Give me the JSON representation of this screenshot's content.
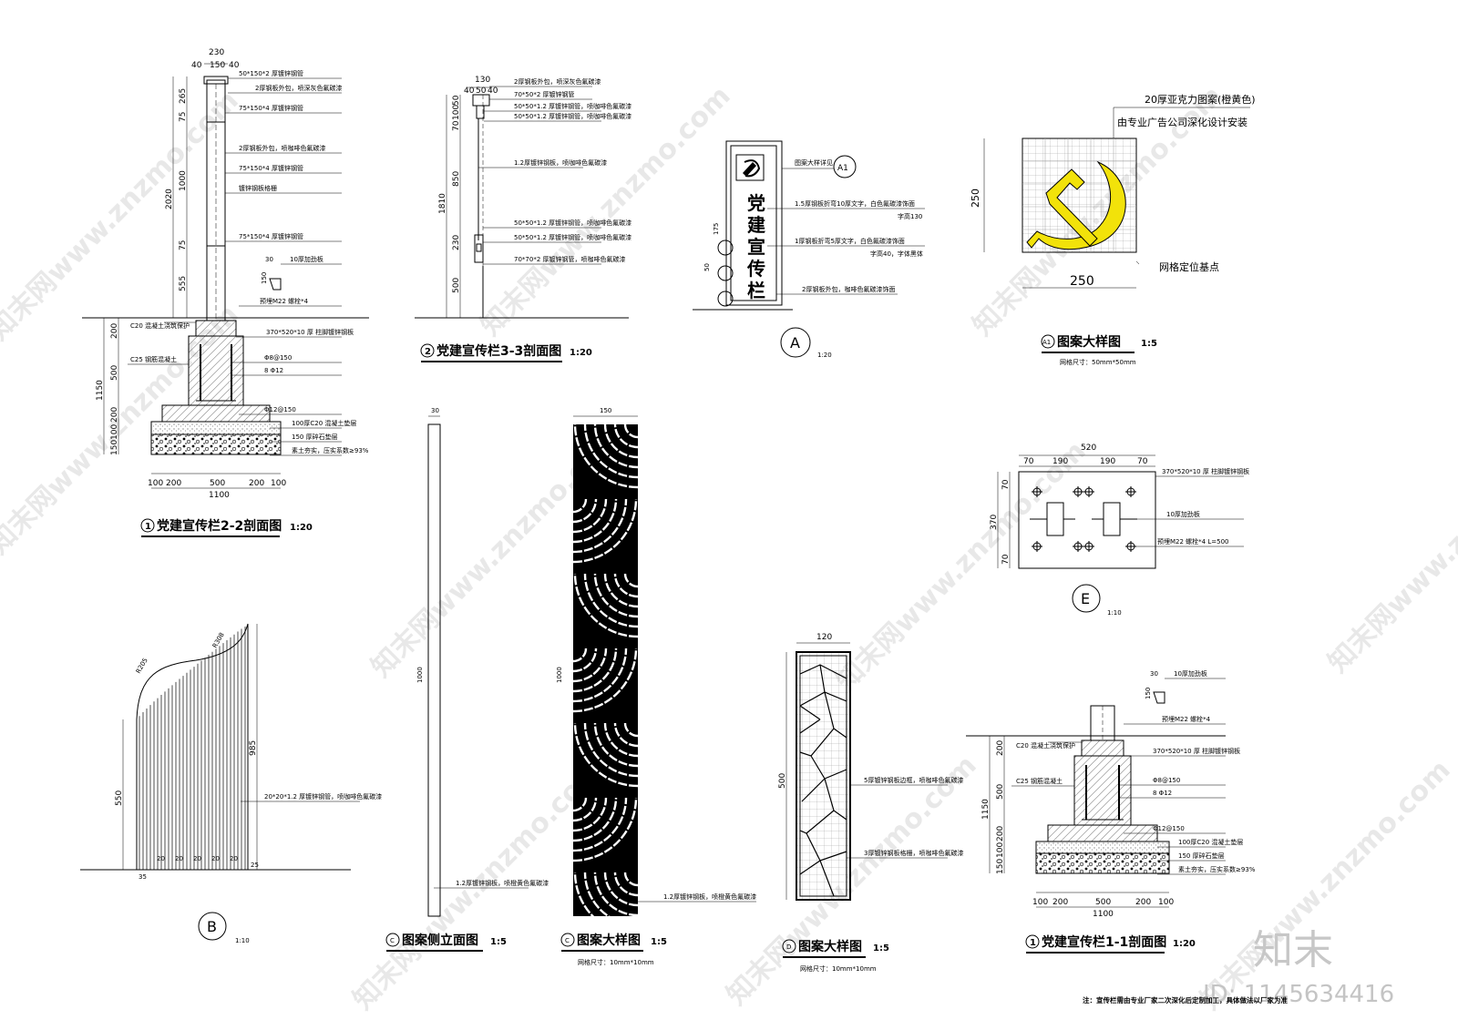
{
  "watermark": {
    "text": "知末网www.znzmo.com",
    "brand": "知末",
    "id": "ID: 1145634416"
  },
  "views": {
    "s22": {
      "no": "1",
      "title": "党建宣传栏2-2剖面图",
      "scale": "1:20",
      "dims_top": [
        "230",
        "40",
        "150",
        "40"
      ],
      "dims_left": [
        "265",
        "75",
        "1000",
        "75",
        "555",
        "2020"
      ],
      "dims_base_left": [
        "200",
        "500",
        "200",
        "100",
        "150",
        "1150"
      ],
      "dims_bottom": [
        "100",
        "200",
        "500",
        "200",
        "100",
        "1100"
      ],
      "plate": [
        "30",
        "150"
      ],
      "notes": [
        "50*150*2  厚镀锌钢管",
        "2厚钢板外包，喷深灰色氟碳漆",
        "75*150*4  厚镀锌钢管",
        "2厚钢板外包，喷咖啡色氟碳漆",
        "75*150*4  厚镀锌钢管",
        "镀锌钢板格栅",
        "75*150*4  厚镀锌钢管",
        "10厚加劲板",
        "预埋M22  螺栓*4",
        "C20 混凝土浇筑保护",
        "370*520*10  厚 柱脚镀锌钢板",
        "C25 钢筋混凝土",
        "Φ8@150",
        "8 Φ12",
        "Φ12@150",
        "100厚C20 混凝土垫层",
        "150 厚碎石垫层",
        "素土夯实，压实系数≥93%"
      ]
    },
    "s33": {
      "no": "2",
      "title": "党建宣传栏3-3剖面图",
      "scale": "1:20",
      "dims_top": [
        "130",
        "40",
        "50",
        "40"
      ],
      "dims_left": [
        "50",
        "100",
        "70",
        "850",
        "1810",
        "230",
        "500"
      ],
      "notes": [
        "2厚钢板外包，喷深灰色氟碳漆",
        "70*50*2  厚镀锌钢管",
        "50*50*1.2  厚镀锌钢管，喷咖啡色氟碳漆",
        "50*50*1.2  厚镀锌钢管，喷咖啡色氟碳漆",
        "1.2厚镀锌钢板，喷咖啡色氟碳漆",
        "50*50*1.2  厚镀锌钢管，喷咖啡色氟碳漆",
        "50*50*1.2  厚镀锌钢管，喷咖啡色氟碳漆",
        "70*70*2  厚镀锌钢管，喷咖啡色氟碳漆"
      ]
    },
    "elevA": {
      "mark": "A",
      "scale": "1:20",
      "sign": "党建宣传栏",
      "callout": "A1",
      "dims": [
        "175",
        "50"
      ],
      "notes": [
        "图案大样详见",
        "1.5厚钢板折弯10厚文字，白色氟碳漆饰面",
        "字高130",
        "1厚钢板折弯5厚文字，白色氟碳漆饰面",
        "字高40，字体黑体",
        "2厚钢板外包，咖啡色氟碳漆饰面"
      ]
    },
    "a1": {
      "mark": "A1",
      "title": "图案大样图",
      "scale": "1:5",
      "grid": "网格尺寸：50mm*50mm",
      "w": "250",
      "h": "250",
      "notes": [
        "20厚亚克力图案(橙黄色)",
        "由专业广告公司深化设计安装",
        "网格定位基点"
      ]
    },
    "viewE": {
      "mark": "E",
      "scale": "1:10",
      "dims_top": [
        "520",
        "70",
        "190",
        "190",
        "70"
      ],
      "dims_left": [
        "70",
        "370",
        "70"
      ],
      "notes": [
        "370*520*10  厚 柱脚镀锌钢板",
        "10厚加劲板",
        "预埋M22  螺栓*4  L=500"
      ]
    },
    "viewB": {
      "mark": "B",
      "scale": "1:10",
      "dims": [
        "985",
        "550",
        "R205",
        "R308",
        "25",
        "35",
        "20"
      ],
      "notes": [
        "20*20*1.2  厚镀锌钢管，喷咖啡色氟碳漆"
      ]
    },
    "cSide": {
      "mark": "C",
      "title": "图案侧立面图",
      "scale": "1:5",
      "dims": [
        "30",
        "1000"
      ],
      "notes": [
        "1.2厚镀锌钢板，喷橙黄色氟碳漆"
      ]
    },
    "cDet": {
      "mark": "C",
      "title": "图案大样图",
      "scale": "1:5",
      "grid": "网格尺寸：10mm*10mm",
      "dims": [
        "150",
        "1000"
      ],
      "notes": [
        "1.2厚镀锌钢板，喷橙黄色氟碳漆"
      ]
    },
    "dDet": {
      "mark": "D",
      "title": "图案大样图",
      "scale": "1:5",
      "grid": "网格尺寸：10mm*10mm",
      "dims": [
        "120",
        "500"
      ],
      "notes": [
        "5厚镀锌钢板边框，喷咖啡色氟碳漆",
        "3厚镀锌钢板格栅，喷咖啡色氟碳漆"
      ]
    },
    "s11": {
      "no": "1",
      "title": "党建宣传栏1-1剖面图",
      "scale": "1:20",
      "dims_left": [
        "200",
        "500",
        "200",
        "100",
        "150",
        "1150"
      ],
      "dims_bottom": [
        "100",
        "200",
        "500",
        "200",
        "100",
        "1100"
      ],
      "plate": [
        "30",
        "150"
      ],
      "notes": [
        "10厚加劲板",
        "预埋M22  螺栓*4",
        "C20 混凝土浇筑保护",
        "370*520*10  厚 柱脚镀锌钢板",
        "C25 钢筋混凝土",
        "Φ8@150",
        "8 Φ12",
        "Φ12@150",
        "100厚C20 混凝土垫层",
        "150 厚碎石垫层",
        "素土夯实，压实系数≥93%"
      ]
    }
  },
  "footnote": "注：宣传栏需由专业厂家二次深化后定制加工，具体做法以厂家为准"
}
